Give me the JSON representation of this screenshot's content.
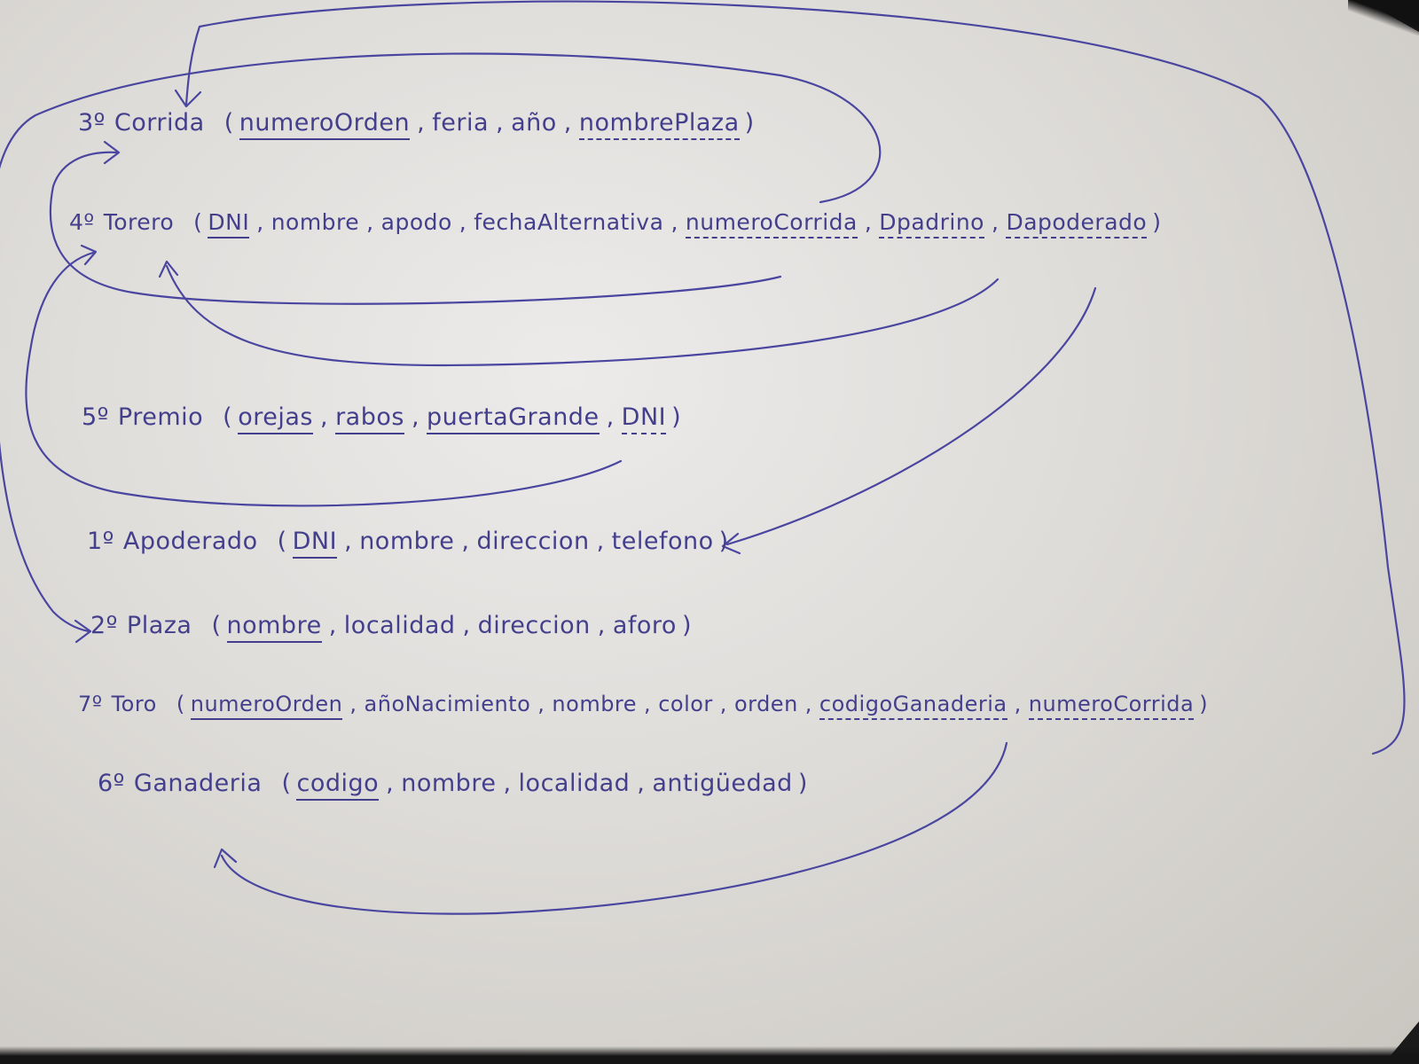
{
  "relations": {
    "corrida": {
      "number": "3º",
      "name": "Corrida",
      "open": "(",
      "close": ")",
      "attributes": [
        "numeroOrden",
        "feria",
        "año",
        "nombrePlaza"
      ]
    },
    "torero": {
      "number": "4º",
      "name": "Torero",
      "open": "(",
      "close": ")",
      "attributes": [
        "DNI",
        "nombre",
        "apodo",
        "fechaAlternativa",
        "numeroCorrida",
        "Dpadrino",
        "Dapoderado"
      ]
    },
    "premio": {
      "number": "5º",
      "name": "Premio",
      "open": "(",
      "close": ")",
      "attributes": [
        "orejas",
        "rabos",
        "puertaGrande",
        "DNI"
      ]
    },
    "apoderado": {
      "number": "1º",
      "name": "Apoderado",
      "open": "(",
      "close": ")",
      "attributes": [
        "DNI",
        "nombre",
        "direccion",
        "telefono"
      ]
    },
    "plaza": {
      "number": "2º",
      "name": "Plaza",
      "open": "(",
      "close": ")",
      "attributes": [
        "nombre",
        "localidad",
        "direccion",
        "aforo"
      ]
    },
    "toro": {
      "number": "7º",
      "name": "Toro",
      "open": "(",
      "close": ")",
      "attributes": [
        "numeroOrden",
        "añoNacimiento",
        "nombre",
        "color",
        "orden",
        "codigoGanaderia",
        "numeroCorrida"
      ]
    },
    "ganaderia": {
      "number": "6º",
      "name": "Ganaderia",
      "open": "(",
      "close": ")",
      "attributes": [
        "codigo",
        "nombre",
        "localidad",
        "antigüedad"
      ]
    }
  },
  "separator": ",",
  "colors": {
    "ink": "#433f8c",
    "paper": "#e6e5e2"
  }
}
